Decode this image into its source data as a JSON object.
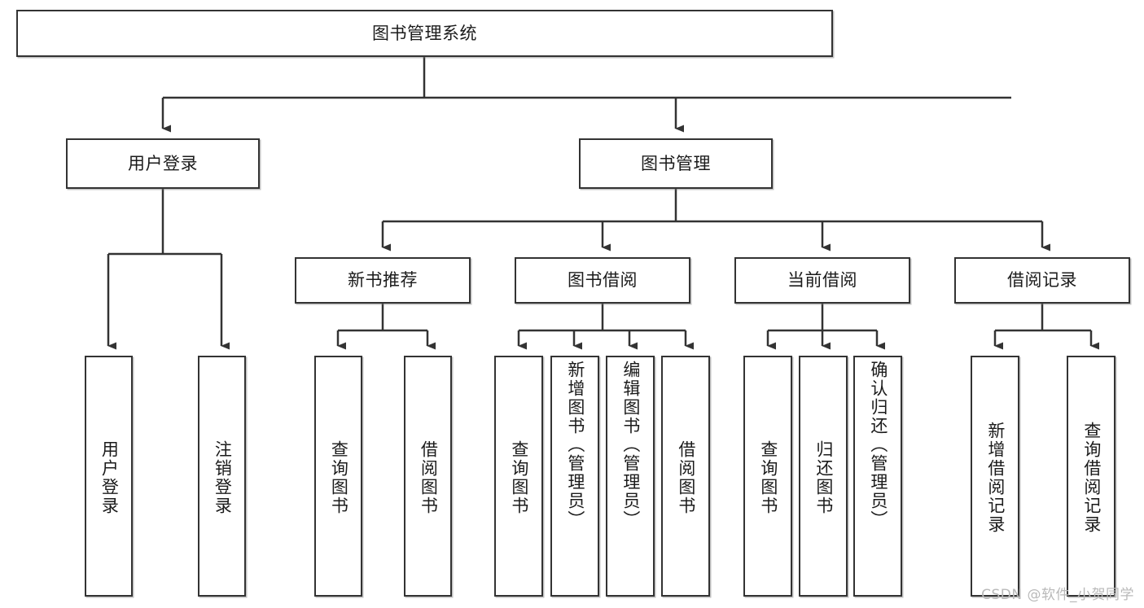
{
  "diagram": {
    "type": "tree",
    "title": "图书管理系统",
    "watermark": "CSDN @软件_小贺同学",
    "colors": {
      "box_border": "#333333",
      "box_fill": "#ffffff",
      "connector": "#333333",
      "text": "#1b1b1b",
      "watermark": "#b9b9b9",
      "background": "#ffffff"
    },
    "root": {
      "label": "图书管理系统"
    },
    "level2": [
      {
        "label": "用户登录"
      },
      {
        "label": "图书管理"
      }
    ],
    "level3": [
      {
        "label": "新书推荐"
      },
      {
        "label": "图书借阅"
      },
      {
        "label": "当前借阅"
      },
      {
        "label": "借阅记录"
      }
    ],
    "leaves": {
      "user_login": [
        {
          "label": "用户登录"
        },
        {
          "label": "注销登录"
        }
      ],
      "new_book_recommend": [
        {
          "label": "查询图书"
        },
        {
          "label": "借阅图书"
        }
      ],
      "book_borrow": [
        {
          "label": "查询图书"
        },
        {
          "label": "新增图书（管理员）"
        },
        {
          "label": "编辑图书（管理员）"
        },
        {
          "label": "借阅图书"
        }
      ],
      "current_borrow": [
        {
          "label": "查询图书"
        },
        {
          "label": "归还图书"
        },
        {
          "label": "确认归还（管理员）"
        }
      ],
      "borrow_record": [
        {
          "label": "新增借阅记录"
        },
        {
          "label": "查询借阅记录"
        }
      ]
    }
  }
}
